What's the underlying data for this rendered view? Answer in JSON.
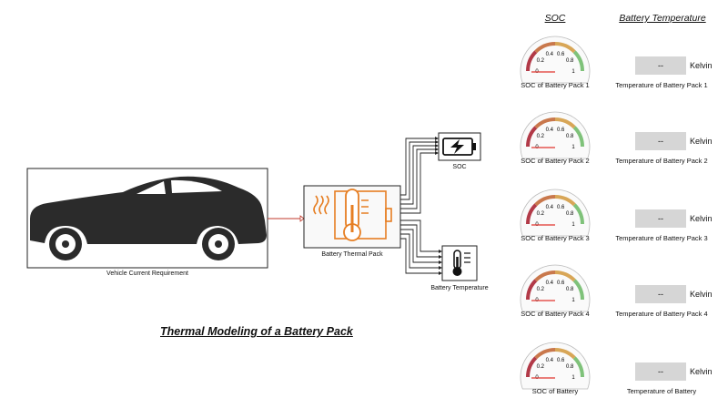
{
  "headers": {
    "soc": "SOC",
    "battery_temperature": "Battery Temperature"
  },
  "model": {
    "title": "Thermal Modeling of a Battery Pack",
    "blocks": {
      "vehicle": "Vehicle Current Requirement",
      "thermal_pack": "Battery Thermal Pack",
      "soc_bus": "SOC",
      "temp_bus": "Battery Temperature"
    }
  },
  "gauge_ticks": [
    "0",
    "0.2",
    "0.4",
    "0.6",
    "0.8",
    "1"
  ],
  "gauge_zone_colors": [
    "#b23a48",
    "#c9784c",
    "#d8a657",
    "#7fc27a"
  ],
  "dashboard_rows": [
    {
      "soc_label": "SOC of Battery Pack 1",
      "temp_label": "Temperature of Battery Pack 1",
      "value": "--",
      "unit": "Kelvin"
    },
    {
      "soc_label": "SOC of Battery Pack 2",
      "temp_label": "Temperature of Battery Pack 2",
      "value": "--",
      "unit": "Kelvin"
    },
    {
      "soc_label": "SOC of Battery Pack 3",
      "temp_label": "Temperature of Battery Pack 3",
      "value": "--",
      "unit": "Kelvin"
    },
    {
      "soc_label": "SOC of Battery Pack 4",
      "temp_label": "Temperature of Battery Pack 4",
      "value": "--",
      "unit": "Kelvin"
    },
    {
      "soc_label": "SOC of Battery",
      "temp_label": "Temperature of Battery",
      "value": "--",
      "unit": "Kelvin"
    }
  ],
  "icons": {
    "vehicle": "car-icon",
    "thermal_pack": "thermometer-battery-icon",
    "soc_bus": "battery-charging-icon",
    "temp_bus": "thermometer-icon"
  }
}
